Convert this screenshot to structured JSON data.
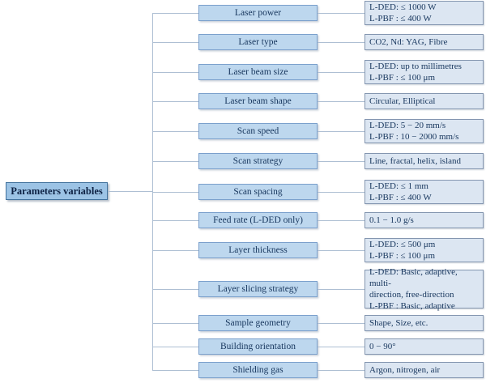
{
  "diagram": {
    "root_label": "Parameters variables",
    "rows": [
      {
        "label": "Laser power",
        "value": "L-DED: ≤ 1000 W\nL-PBF : ≤ 400 W"
      },
      {
        "label": "Laser type",
        "value": "CO2, Nd: YAG, Fibre"
      },
      {
        "label": "Laser beam size",
        "value": "L-DED: up to millimetres\nL-PBF : ≤ 100 μm"
      },
      {
        "label": "Laser beam shape",
        "value": "Circular, Elliptical"
      },
      {
        "label": "Scan speed",
        "value": "L-DED: 5 − 20 mm/s\nL-PBF : 10 − 2000 mm/s"
      },
      {
        "label": "Scan strategy",
        "value": "Line, fractal, helix, island"
      },
      {
        "label": "Scan spacing",
        "value": "L-DED: ≤ 1 mm\nL-PBF : ≤ 400 W"
      },
      {
        "label": "Feed rate (L-DED only)",
        "value": "0.1 − 1.0 g/s"
      },
      {
        "label": "Layer thickness",
        "value": "L-DED: ≤ 500 μm\nL-PBF : ≤ 100 μm"
      },
      {
        "label": "Layer slicing strategy",
        "value": "L-DED: Basic, adaptive, multi-\ndirection, free-direction\nL-PBF : Basic, adaptive"
      },
      {
        "label": "Sample geometry",
        "value": "Shape, Size, etc."
      },
      {
        "label": "Building orientation",
        "value": "0 − 90°"
      },
      {
        "label": "Shielding gas",
        "value": "Argon, nitrogen, air"
      }
    ],
    "colors": {
      "root_fill": "#9cc3e5",
      "root_border": "#41719c",
      "parameter_fill": "#bdd7ee",
      "parameter_border": "#7ba0cc",
      "value_fill": "#dce6f2",
      "value_border": "#8496b0",
      "line": "#aebfd3",
      "text": "#17365d"
    }
  }
}
